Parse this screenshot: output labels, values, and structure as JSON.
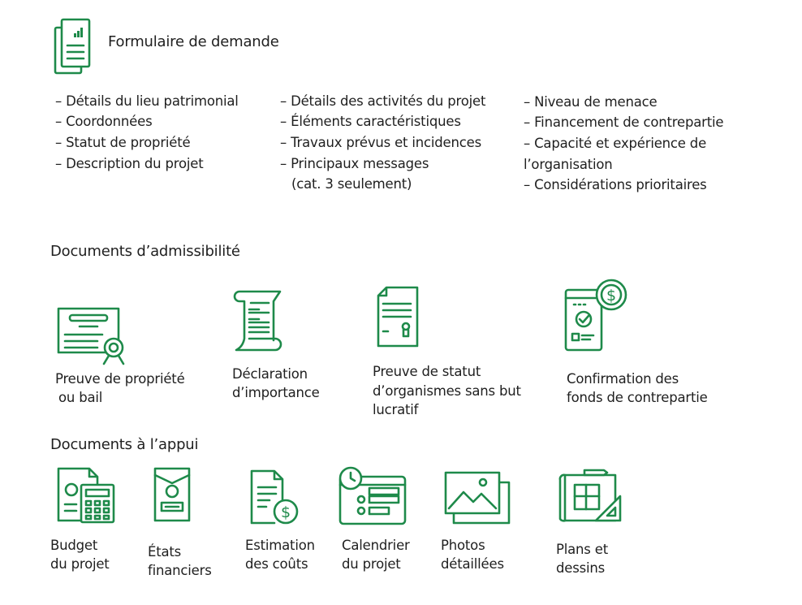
{
  "accent_color": "#1e8a4a",
  "form": {
    "title": "Formulaire de demande",
    "icon": "form-document-icon",
    "col1": [
      "– Détails du lieu patrimonial",
      "– Coordonnées",
      "– Statut de propriété",
      "– Description du projet"
    ],
    "col2": [
      "– Détails des activités du projet",
      "– Éléments caractéristiques",
      "– Travaux prévus et incidences",
      "– Principaux messages",
      "(cat. 3 seulement)"
    ],
    "col3": [
      "– Niveau de menace",
      "– Financement de contrepartie",
      "– Capacité et expérience de",
      "l’organisation",
      "– Considérations prioritaires"
    ]
  },
  "eligibility": {
    "heading": "Documents d’admissibilité",
    "items": [
      {
        "icon": "certificate-icon",
        "lines": [
          "Preuve de propriété",
          "ou bail"
        ]
      },
      {
        "icon": "scroll-icon",
        "lines": [
          "Déclaration",
          "d’importance"
        ]
      },
      {
        "icon": "document-seal-icon",
        "lines": [
          "Preuve de statut",
          "d’organismes sans but",
          "lucratif"
        ]
      },
      {
        "icon": "phone-dollar-check-icon",
        "lines": [
          "Confirmation des",
          "fonds de contrepartie"
        ]
      }
    ]
  },
  "support": {
    "heading": "Documents à l’appui",
    "items": [
      {
        "icon": "budget-calculator-icon",
        "lines": [
          "Budget",
          "du projet"
        ]
      },
      {
        "icon": "financial-envelope-icon",
        "lines": [
          "États",
          "financiers"
        ]
      },
      {
        "icon": "cost-estimate-icon",
        "lines": [
          "Estimation",
          "des coûts"
        ]
      },
      {
        "icon": "calendar-clock-icon",
        "lines": [
          "Calendrier",
          "du projet"
        ]
      },
      {
        "icon": "photos-icon",
        "lines": [
          "Photos",
          "détaillées"
        ]
      },
      {
        "icon": "blueprint-icon",
        "lines": [
          "Plans et",
          "dessins"
        ]
      }
    ]
  }
}
